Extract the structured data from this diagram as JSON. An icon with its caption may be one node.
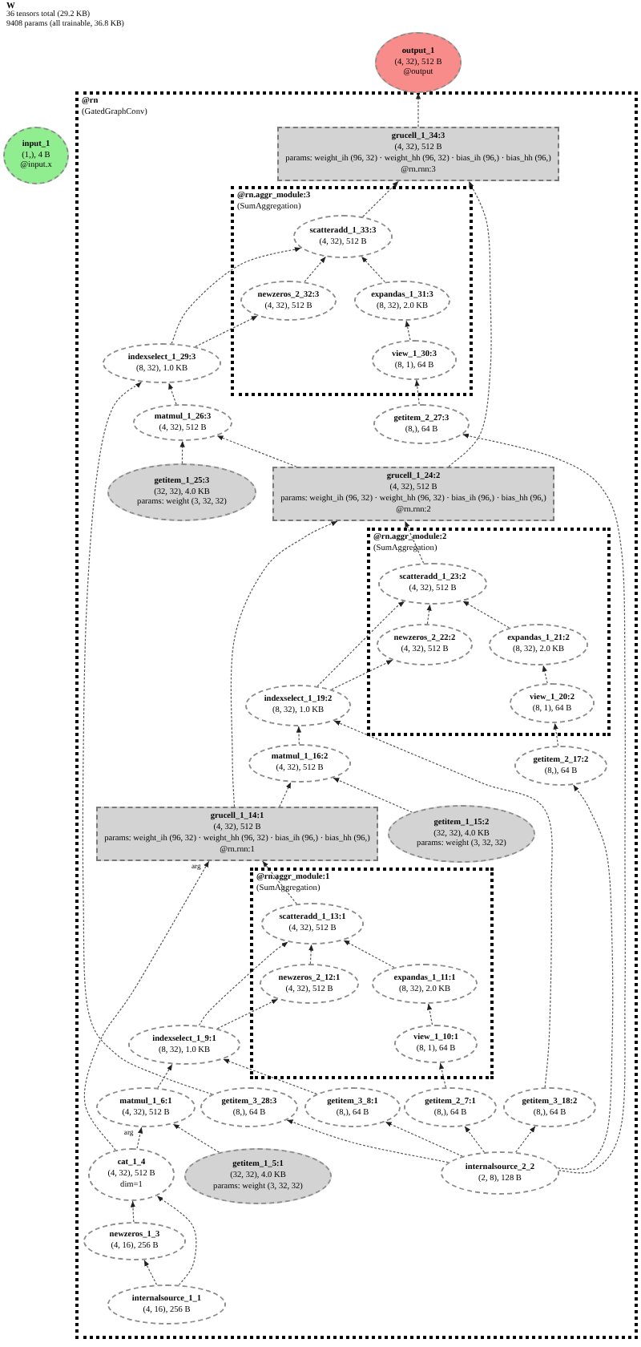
{
  "diagram": {
    "title": "W",
    "nodes": [
      {
        "text": [
          "output_1",
          "(4, 32), 512 B",
          "@output"
        ]
      },
      {
        "text": [
          "input_1",
          "(1,), 4 B",
          "@input.x"
        ]
      },
      {
        "text": [
          "@rn",
          "(GatedGraphConv)"
        ]
      },
      {
        "text": [
          "grucell_1_34:3",
          "(4, 32), 512 B",
          "params: weight_ih (96, 32) · weight_hh (96, 32) · bias_ih (96,) · bias_hh (96,)",
          "@rn.rnn:3"
        ],
        "in": 2
      },
      {
        "text": [
          "@rn.aggr_module:3",
          "(SumAggregation)"
        ],
        "in": 2
      },
      {
        "text": [
          "scatteradd_1_33:3",
          "(4, 32), 512 B"
        ],
        "in": 4
      },
      {
        "text": [
          "newzeros_2_32:3",
          "(4, 32), 512 B"
        ],
        "in": 4
      },
      {
        "text": [
          "expandas_1_31:3",
          "(8, 32), 2.0 KB"
        ],
        "in": 4
      },
      {
        "text": [
          "view_1_30:3",
          "(8, 1), 64 B"
        ],
        "in": 4
      },
      {
        "text": [
          "indexselect_1_29:3",
          "(8, 32), 1.0 KB"
        ],
        "in": 2
      },
      {
        "text": [
          "getitem_2_27:3",
          "(8,), 64 B"
        ],
        "in": 2
      },
      {
        "text": [
          "matmul_1_26:3",
          "(4, 32), 512 B"
        ],
        "in": 2
      },
      {
        "text": [
          "getitem_1_25:3",
          "(32, 32), 4.0 KB",
          "params: weight (3, 32, 32)"
        ],
        "in": 2
      },
      {
        "text": [
          "grucell_1_24:2",
          "(4, 32), 512 B",
          "params: weight_ih (96, 32) · weight_hh (96, 32) · bias_ih (96,) · bias_hh (96,)",
          "@rn.rnn:2"
        ],
        "in": 2
      },
      {
        "text": [
          "@rn.aggr_module:2",
          "(SumAggregation)"
        ],
        "in": 2
      },
      {
        "text": [
          "scatteradd_1_23:2",
          "(4, 32), 512 B"
        ],
        "in": 14
      },
      {
        "text": [
          "newzeros_2_22:2",
          "(4, 32), 512 B"
        ],
        "in": 14
      },
      {
        "text": [
          "expandas_1_21:2",
          "(8, 32), 2.0 KB"
        ],
        "in": 14
      },
      {
        "text": [
          "view_1_20:2",
          "(8, 1), 64 B"
        ],
        "in": 14
      },
      {
        "text": [
          "indexselect_1_19:2",
          "(8, 32), 1.0 KB"
        ],
        "in": 2
      },
      {
        "text": [
          "getitem_2_17:2",
          "(8,), 64 B"
        ],
        "in": 2
      },
      {
        "text": [
          "matmul_1_16:2",
          "(4, 32), 512 B"
        ],
        "in": 2
      },
      {
        "text": [
          "grucell_1_14:1",
          "(4, 32), 512 B",
          "params: weight_ih (96, 32) · weight_hh (96, 32) · bias_ih (96,) · bias_hh (96,)",
          "@rn.rnn:1"
        ],
        "in": 2
      },
      {
        "text": [
          "getitem_1_15:2",
          "(32, 32), 4.0 KB",
          "params: weight (3, 32, 32)"
        ],
        "in": 2
      },
      {
        "text": [
          "@rn.aggr_module:1",
          "(SumAggregation)"
        ],
        "in": 2
      },
      {
        "text": [
          "scatteradd_1_13:1",
          "(4, 32), 512 B"
        ],
        "in": 24
      },
      {
        "text": [
          "newzeros_2_12:1",
          "(4, 32), 512 B"
        ],
        "in": 24
      },
      {
        "text": [
          "expandas_1_11:1",
          "(8, 32), 2.0 KB"
        ],
        "in": 24
      },
      {
        "text": [
          "view_1_10:1",
          "(8, 1), 64 B"
        ],
        "in": 24
      },
      {
        "text": [
          "indexselect_1_9:1",
          "(8, 32), 1.0 KB"
        ],
        "in": 2
      },
      {
        "text": [
          "matmul_1_6:1",
          "(4, 32), 512 B"
        ],
        "in": 2
      },
      {
        "text": [
          "getitem_3_28:3",
          "(8,), 64 B"
        ],
        "in": 2
      },
      {
        "text": [
          "getitem_3_8:1",
          "(8,), 64 B"
        ],
        "in": 2
      },
      {
        "text": [
          "getitem_2_7:1",
          "(8,), 64 B"
        ],
        "in": 2
      },
      {
        "text": [
          "getitem_3_18:2",
          "(8,), 64 B"
        ],
        "in": 2
      },
      {
        "text": [
          "cat_1_4",
          "(4, 32), 512 B",
          "dim=1"
        ],
        "in": 2
      },
      {
        "text": [
          "getitem_1_5:1",
          "(32, 32), 4.0 KB",
          "params: weight (3, 32, 32)"
        ],
        "in": 2
      },
      {
        "text": [
          "internalsource_2_2",
          "(2, 8), 128 B"
        ],
        "in": 2
      },
      {
        "text": [
          "newzeros_1_3",
          "(4, 16), 256 B"
        ],
        "in": 2
      },
      {
        "text": [
          "internalsource_1_1",
          "(4, 16), 256 B"
        ],
        "in": 2
      }
    ],
    "edges": [
      {
        "from": 39,
        "to": 38,
        "arrow": "to"
      },
      {
        "from": 39,
        "to": 35,
        "arrow": "to"
      },
      {
        "from": 38,
        "to": 35,
        "arrow": "to"
      },
      {
        "from": 35,
        "to": 30,
        "arrow": "to",
        "label": "arg"
      },
      {
        "from": 36,
        "to": 30,
        "arrow": "to"
      },
      {
        "from": 35,
        "to": 22,
        "arrow": "to",
        "label": "arg"
      },
      {
        "from": 37,
        "to": 31,
        "arrow": "to"
      },
      {
        "from": 37,
        "to": 32,
        "arrow": "to"
      },
      {
        "from": 37,
        "to": 33,
        "arrow": "to"
      },
      {
        "from": 37,
        "to": 34,
        "arrow": "to"
      },
      {
        "from": 37,
        "to": 20,
        "arrow": "to"
      },
      {
        "from": 37,
        "to": 10,
        "arrow": "to"
      },
      {
        "from": 30,
        "to": 29,
        "arrow": "to"
      },
      {
        "from": 32,
        "to": 29,
        "arrow": "to"
      },
      {
        "from": 33,
        "to": 28,
        "arrow": "to"
      },
      {
        "from": 28,
        "to": 27,
        "arrow": "to"
      },
      {
        "from": 29,
        "to": 26,
        "arrow": "to"
      },
      {
        "from": 29,
        "to": 25,
        "arrow": "to"
      },
      {
        "from": 26,
        "to": 25,
        "arrow": "to"
      },
      {
        "from": 27,
        "to": 25,
        "arrow": "to"
      },
      {
        "from": 25,
        "to": 22,
        "arrow": "to"
      },
      {
        "from": 22,
        "to": 21,
        "arrow": "to"
      },
      {
        "from": 23,
        "to": 21,
        "arrow": "to"
      },
      {
        "from": 22,
        "to": 13,
        "arrow": "to"
      },
      {
        "from": 21,
        "to": 19,
        "arrow": "to"
      },
      {
        "from": 34,
        "to": 19,
        "arrow": "to"
      },
      {
        "from": 20,
        "to": 18,
        "arrow": "to"
      },
      {
        "from": 18,
        "to": 17,
        "arrow": "to"
      },
      {
        "from": 19,
        "to": 16,
        "arrow": "to"
      },
      {
        "from": 19,
        "to": 15,
        "arrow": "to"
      },
      {
        "from": 16,
        "to": 15,
        "arrow": "to"
      },
      {
        "from": 17,
        "to": 15,
        "arrow": "to"
      },
      {
        "from": 15,
        "to": 13,
        "arrow": "to"
      },
      {
        "from": 13,
        "to": 11,
        "arrow": "to"
      },
      {
        "from": 12,
        "to": 11,
        "arrow": "to"
      },
      {
        "from": 13,
        "to": 3,
        "arrow": "to"
      },
      {
        "from": 11,
        "to": 9,
        "arrow": "to"
      },
      {
        "from": 31,
        "to": 9,
        "arrow": "to"
      },
      {
        "from": 10,
        "to": 8,
        "arrow": "to"
      },
      {
        "from": 8,
        "to": 7,
        "arrow": "to"
      },
      {
        "from": 9,
        "to": 6,
        "arrow": "to"
      },
      {
        "from": 9,
        "to": 5,
        "arrow": "to"
      },
      {
        "from": 6,
        "to": 5,
        "arrow": "to"
      },
      {
        "from": 7,
        "to": 5,
        "arrow": "to"
      },
      {
        "from": 5,
        "to": 3,
        "arrow": "to"
      },
      {
        "from": 3,
        "to": 0,
        "arrow": "to"
      }
    ],
    "labels": [
      "36 tensors total (29.2 KB)",
      "9408 params (all trainable, 36.8 KB)"
    ]
  }
}
